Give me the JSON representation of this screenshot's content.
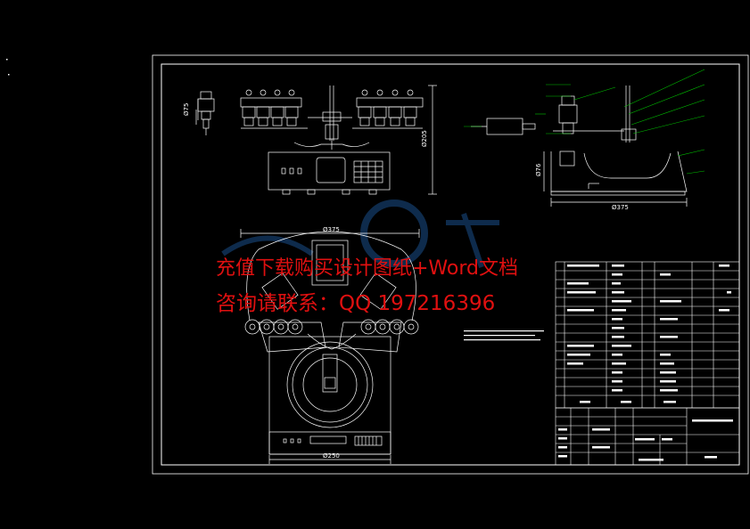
{
  "drawing": {
    "dimensions": {
      "d1": "Ø75",
      "d2": "Ø76",
      "height": "Ø205",
      "width_front": "Ø250",
      "width_top": "Ø375",
      "width_side": "Ø375"
    },
    "watermark": {
      "line1": "充值下载购买设计图纸+Word文档",
      "line2": "咨询请联系：QQ 197216396"
    },
    "title_block": {
      "drawing_no": "SCJ-01"
    }
  },
  "colors": {
    "background": "#000000",
    "line": "#ffffff",
    "accent": "#00c000",
    "watermark": "#e01010",
    "logo": "#1a4f8a"
  }
}
